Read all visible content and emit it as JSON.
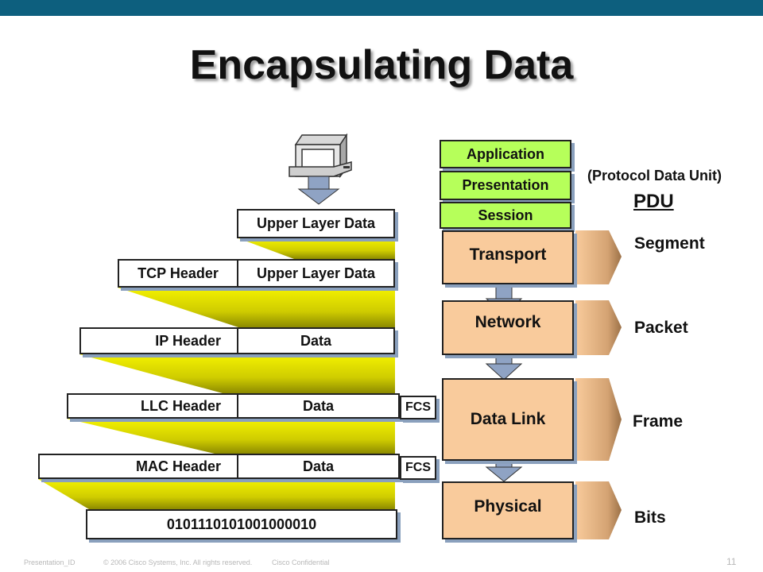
{
  "title": "Encapsulating Data",
  "colors": {
    "top_bar": "#0d5f7e",
    "layer_upper": "#b6ff5a",
    "layer_lower": "#f9cb9c",
    "funnel": "#f4f200",
    "arrow": "#8fa3c4"
  },
  "encapsulation_rows": [
    {
      "header": "",
      "data": "Upper Layer Data",
      "trailer": ""
    },
    {
      "header": "TCP Header",
      "data": "Upper Layer Data",
      "trailer": ""
    },
    {
      "header": "IP Header",
      "data": "Data",
      "trailer": ""
    },
    {
      "header": "LLC Header",
      "data": "Data",
      "trailer": "FCS"
    },
    {
      "header": "MAC Header",
      "data": "Data",
      "trailer": "FCS"
    }
  ],
  "bits": "0101110101001000010",
  "osi_upper": [
    "Application",
    "Presentation",
    "Session"
  ],
  "osi_lower": [
    "Transport",
    "Network",
    "Data Link",
    "Physical"
  ],
  "pdu": {
    "caption": "(Protocol Data Unit)",
    "heading": "PDU",
    "names": [
      "Segment",
      "Packet",
      "Frame",
      "Bits"
    ]
  },
  "footer": {
    "presentation_id": "Presentation_ID",
    "copyright": "© 2006 Cisco Systems, Inc. All rights reserved.",
    "confidential": "Cisco Confidential",
    "page_number": "11"
  }
}
